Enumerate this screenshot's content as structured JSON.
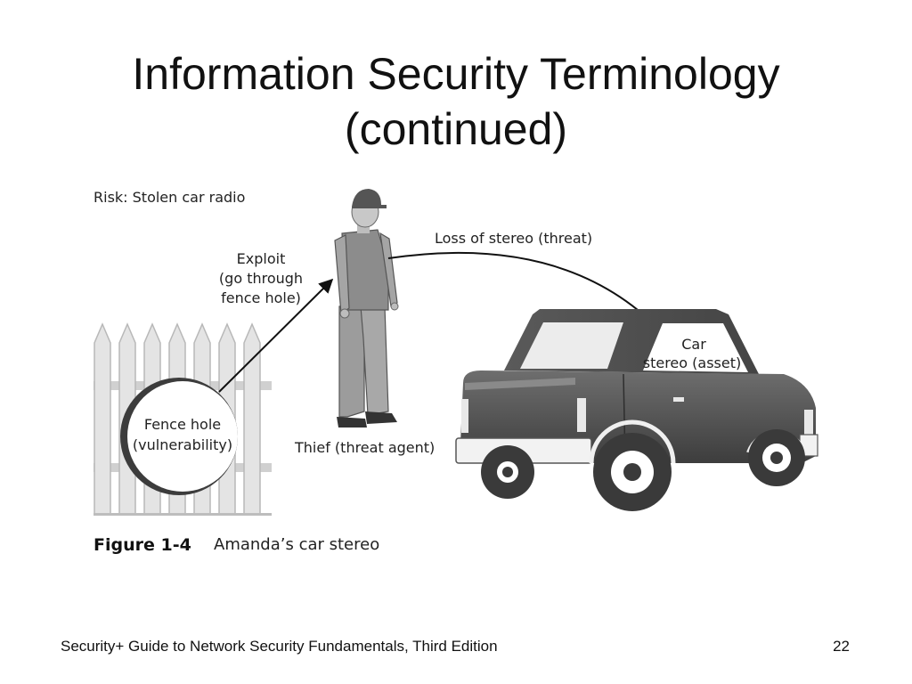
{
  "slide": {
    "title_line1": "Information Security Terminology",
    "title_line2": "(continued)"
  },
  "figure": {
    "risk_label": "Risk: Stolen car radio",
    "exploit_lines": [
      "Exploit",
      "(go through",
      "fence hole)"
    ],
    "threat_label": "Loss of stereo (threat)",
    "asset_lines": [
      "Car",
      "stereo (asset)"
    ],
    "vulnerability_lines": [
      "Fence hole",
      "(vulnerability)"
    ],
    "threat_agent_label": "Thief (threat agent)",
    "caption_label": "Figure 1-4",
    "caption_text": "Amanda’s car stereo"
  },
  "footer": {
    "book_title": "Security+ Guide to Network Security Fundamentals, Third Edition",
    "page_number": "22"
  }
}
